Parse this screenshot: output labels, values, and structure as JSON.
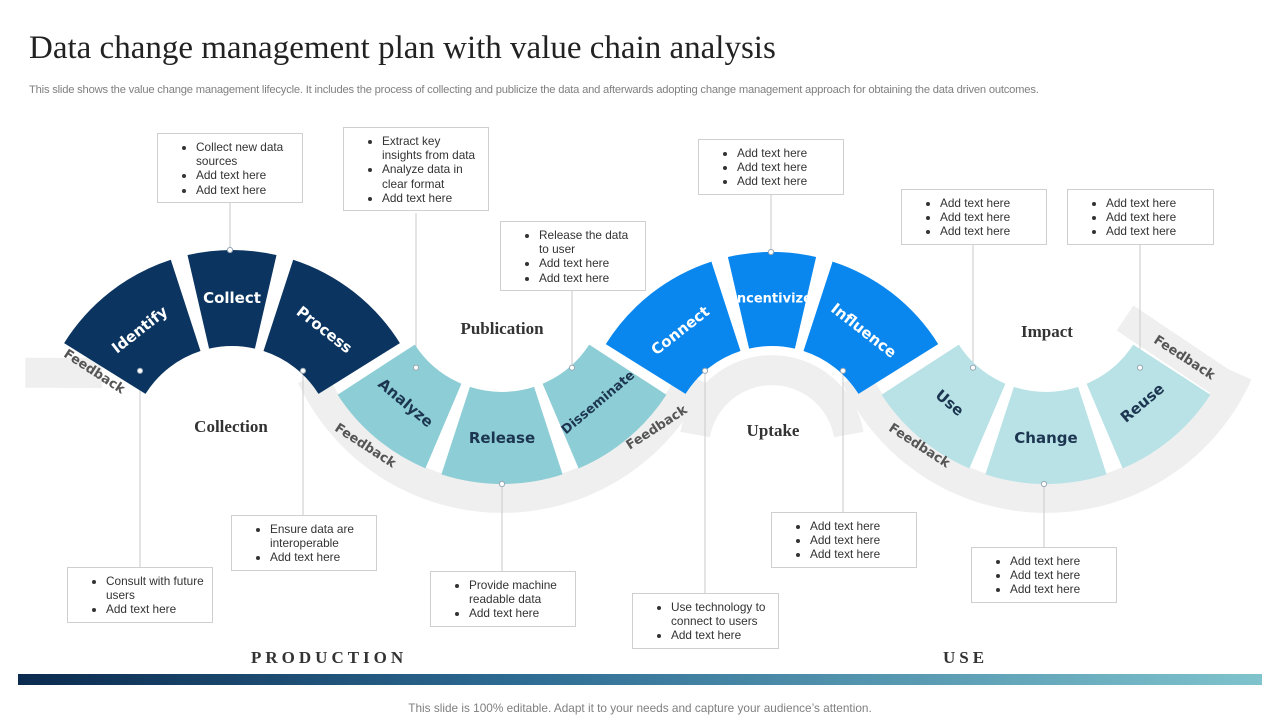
{
  "slide": {
    "title": "Data change management plan with value chain analysis",
    "subtitle": "This slide shows the value change management lifecycle. It includes the process of collecting and publicize the data and afterwards adopting change management approach for obtaining the data driven outcomes.",
    "footer": "This slide is 100% editable. Adapt it to your needs and capture your audience’s attention."
  },
  "colors": {
    "dark_navy": "#0b3560",
    "teal": "#8dcdd5",
    "bright_blue": "#0a87ee",
    "light_teal": "#b8e2e6",
    "track_gray": "#efefef",
    "feedback_text": "#555555"
  },
  "sections": {
    "production": "PRODUCTION",
    "use": "USE"
  },
  "stages": {
    "collection": "Collection",
    "publication": "Publication",
    "uptake": "Uptake",
    "impact": "Impact"
  },
  "feedback_label": "Feedback",
  "segments": [
    {
      "label": "Identify",
      "group": "dark_navy"
    },
    {
      "label": "Collect",
      "group": "dark_navy"
    },
    {
      "label": "Process",
      "group": "dark_navy"
    },
    {
      "label": "Analyze",
      "group": "teal"
    },
    {
      "label": "Release",
      "group": "teal"
    },
    {
      "label": "Disseminate",
      "group": "teal"
    },
    {
      "label": "Connect",
      "group": "bright_blue"
    },
    {
      "label": "Incentivize",
      "group": "bright_blue"
    },
    {
      "label": "Influence",
      "group": "bright_blue"
    },
    {
      "label": "Use",
      "group": "light_teal"
    },
    {
      "label": "Change",
      "group": "light_teal"
    },
    {
      "label": "Reuse",
      "group": "light_teal"
    }
  ],
  "callouts": {
    "identify": [
      "Consult with future users",
      "Add text here"
    ],
    "collect": [
      "Collect new data sources",
      "Add text here",
      "Add text here"
    ],
    "process": [
      "Ensure data are interoperable",
      "Add text here"
    ],
    "analyze": [
      "Extract key insights from data",
      "Analyze data in clear format",
      "Add text here"
    ],
    "release": [
      "Provide machine readable data",
      "Add text here"
    ],
    "disseminate": [
      "Release the data to user",
      "Add text here",
      "Add text here"
    ],
    "connect": [
      "Use technology to connect to users",
      "Add text here"
    ],
    "incentivize": [
      "Add text here",
      "Add text here",
      "Add text here"
    ],
    "influence": [
      "Add text here",
      "Add text here",
      "Add text here"
    ],
    "use": [
      "Add text here",
      "Add text here",
      "Add text here"
    ],
    "change": [
      "Add text here",
      "Add text here",
      "Add text here"
    ],
    "reuse": [
      "Add text here",
      "Add text here",
      "Add text here"
    ]
  }
}
